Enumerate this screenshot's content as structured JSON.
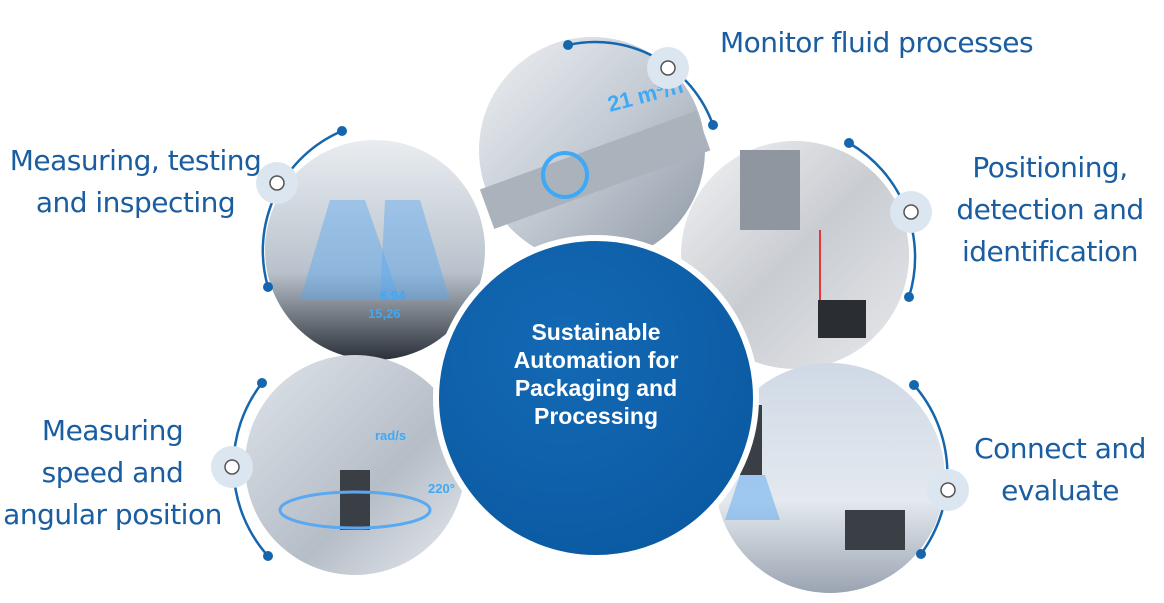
{
  "center": {
    "title": "Sustainable Automation for Packaging and Processing"
  },
  "segments": [
    {
      "label": "Monitor fluid processes",
      "overlay": "21 m³/h"
    },
    {
      "label": "Measuring, testing and inspecting",
      "overlay": [
        "6,94",
        "15,26"
      ]
    },
    {
      "label": "Positioning, detection and identification"
    },
    {
      "label": "Measuring speed and angular position",
      "overlay": [
        "rad/s",
        "220°"
      ]
    },
    {
      "label": "Connect and evaluate"
    }
  ],
  "colors": {
    "primary": "#0b5fa8",
    "text": "#1a5da0",
    "handle": "#dbe6f0"
  }
}
